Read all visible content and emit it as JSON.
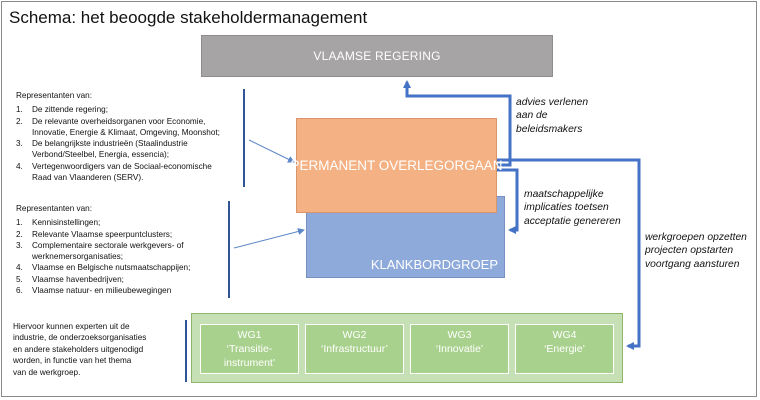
{
  "title": "Schema: het beoogde stakeholdermanagement",
  "nodes": {
    "vlaamse_regering": "VLAAMSE REGERING",
    "permanent_overlegorgaan": "PERMANENT OVERLEGORGAAN",
    "klankbordgroep": "KLANKBORDGROEP"
  },
  "werkgroepen": [
    {
      "code": "WG1",
      "line1": "‘Transitie-",
      "line2": "instrument’"
    },
    {
      "code": "WG2",
      "line1": "‘Infrastructuur’",
      "line2": ""
    },
    {
      "code": "WG3",
      "line1": "‘Innovatie’",
      "line2": ""
    },
    {
      "code": "WG4",
      "line1": "‘Energie’",
      "line2": ""
    }
  ],
  "list_overlegorgaan": {
    "heading": "Representanten van:",
    "items": [
      {
        "num": "1.",
        "lines": [
          "De zittende regering;"
        ]
      },
      {
        "num": "2.",
        "lines": [
          "De relevante overheidsorganen voor Economie,",
          "Innovatie, Energie & Klimaat, Omgeving, Moonshot;"
        ]
      },
      {
        "num": "3.",
        "lines": [
          "De belangrijkste industrieën (Staalindustrie",
          "Verbond/Steelbel, Energia, essencia);"
        ]
      },
      {
        "num": "4.",
        "lines": [
          "Vertegenwoordigers van de Sociaal-economische",
          "Raad van Vlaanderen (SERV)."
        ]
      }
    ]
  },
  "list_klankbordgroep": {
    "heading": "Representanten van:",
    "items": [
      {
        "num": "1.",
        "lines": [
          "Kennisinstellingen;"
        ]
      },
      {
        "num": "2.",
        "lines": [
          "Relevante Vlaamse speerpuntclusters;"
        ]
      },
      {
        "num": "3.",
        "lines": [
          "Complementaire sectorale werkgevers- of",
          "werknemersorganisaties;"
        ]
      },
      {
        "num": "4.",
        "lines": [
          "Vlaamse en Belgische nutsmaatschappijen;"
        ]
      },
      {
        "num": "5.",
        "lines": [
          "Vlaamse havenbedrijven;"
        ]
      },
      {
        "num": "6.",
        "lines": [
          "Vlaamse natuur- en milieubewegingen"
        ]
      }
    ]
  },
  "note_lines": [
    "Hiervoor kunnen experten uit de",
    "industrie, de onderzoeksorganisaties",
    "en andere stakeholders uitgenodigd",
    "worden, in functie van het thema",
    "van de werkgroep."
  ],
  "annotations": {
    "advies": [
      "advies verlenen",
      "aan de",
      "beleidsmakers"
    ],
    "maatschappelijk": [
      "maatschappelijke",
      "implicaties toetsen",
      "acceptatie genereren"
    ],
    "werkgroepen": [
      "werkgroepen opzetten",
      "projecten opstarten",
      "voortgang aansturen"
    ]
  },
  "colors": {
    "regering": "#a6a4a4",
    "overlegorgaan": "#f4b183",
    "klankbordgroep": "#8eaadb",
    "werkgroep_band": "#c5e0b4",
    "werkgroep_box": "#a9d18e",
    "arrow": "#4472c4",
    "bracket": "#2f5597"
  }
}
